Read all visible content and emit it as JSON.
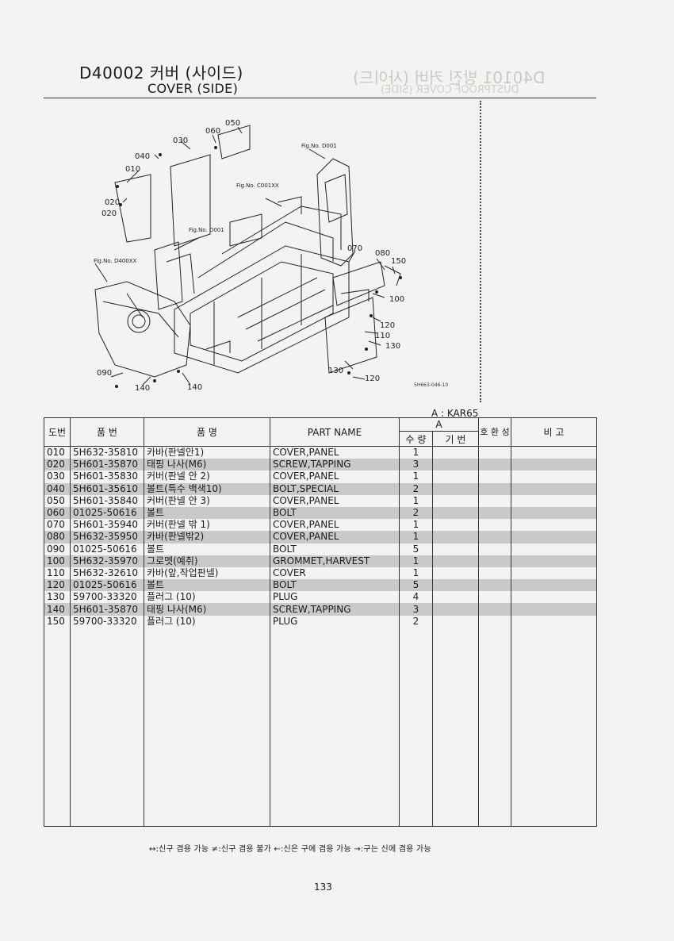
{
  "header": {
    "code_title": "D40002 커버 (사이드)",
    "english_title": "COVER (SIDE)",
    "ghost_title": "D40101 방진 커버 (사이드)",
    "ghost_sub": "DUSTPROOF COVER (SIDE)"
  },
  "diagram": {
    "callouts": [
      "050",
      "060",
      "030",
      "040",
      "010",
      "020",
      "020",
      "070",
      "080",
      "150",
      "100",
      "120",
      "110",
      "130",
      "130",
      "120",
      "090",
      "140",
      "140"
    ],
    "fig_refs": [
      "Fig.No. D001",
      "Fig.No. C001XX",
      "Fig.No. D001",
      "Fig.No. D400XX"
    ],
    "drawing_id": "5H663-046-10"
  },
  "applicability": "A : KAR65",
  "table": {
    "headers": {
      "ref": "도번",
      "part_no": "품 번",
      "name_kr": "품 명",
      "name_en": "PART NAME",
      "group_a": "A",
      "qty": "수 량",
      "base": "기 번",
      "compat": "호 환 성",
      "remarks": "비 고"
    },
    "rows": [
      {
        "ref": "010",
        "part": "5H632-35810",
        "kr": "카바(판넬안1)",
        "en": "COVER,PANEL",
        "qty": "1",
        "shade": false
      },
      {
        "ref": "020",
        "part": "5H601-35870",
        "kr": "태핑 나사(M6)",
        "en": "SCREW,TAPPING",
        "qty": "3",
        "shade": true
      },
      {
        "ref": "030",
        "part": "5H601-35830",
        "kr": "커버(판넬 안 2)",
        "en": "COVER,PANEL",
        "qty": "1",
        "shade": false
      },
      {
        "ref": "040",
        "part": "5H601-35610",
        "kr": "볼트(특수 백색10)",
        "en": "BOLT,SPECIAL",
        "qty": "2",
        "shade": true
      },
      {
        "ref": "050",
        "part": "5H601-35840",
        "kr": "커버(판넬 안 3)",
        "en": "COVER,PANEL",
        "qty": "1",
        "shade": false
      },
      {
        "ref": "060",
        "part": "01025-50616",
        "kr": "볼트",
        "en": "BOLT",
        "qty": "2",
        "shade": true
      },
      {
        "ref": "070",
        "part": "5H601-35940",
        "kr": "커버(판넬 밖 1)",
        "en": "COVER,PANEL",
        "qty": "1",
        "shade": false
      },
      {
        "ref": "080",
        "part": "5H632-35950",
        "kr": "카바(판넬밖2)",
        "en": "COVER,PANEL",
        "qty": "1",
        "shade": true
      },
      {
        "ref": "090",
        "part": "01025-50616",
        "kr": "볼트",
        "en": "BOLT",
        "qty": "5",
        "shade": false
      },
      {
        "ref": "100",
        "part": "5H632-35970",
        "kr": "그로멧(예취)",
        "en": "GROMMET,HARVEST",
        "qty": "1",
        "shade": true
      },
      {
        "ref": "110",
        "part": "5H632-32610",
        "kr": "카바(앞,작업판넬)",
        "en": "COVER",
        "qty": "1",
        "shade": false
      },
      {
        "ref": "120",
        "part": "01025-50616",
        "kr": "볼트",
        "en": "BOLT",
        "qty": "5",
        "shade": true
      },
      {
        "ref": "130",
        "part": "59700-33320",
        "kr": "플러그 (10)",
        "en": "PLUG",
        "qty": "4",
        "shade": false
      },
      {
        "ref": "140",
        "part": "5H601-35870",
        "kr": "태핑 나사(M6)",
        "en": "SCREW,TAPPING",
        "qty": "3",
        "shade": true
      },
      {
        "ref": "150",
        "part": "59700-33320",
        "kr": "플러그 (10)",
        "en": "PLUG",
        "qty": "2",
        "shade": false
      }
    ]
  },
  "legend": "↔:신구 겸용 가능    ≠:신구 겸용 불가    ←:신은 구에 겸용 가능    →:구는 신에 겸용 가능",
  "page_number": "133"
}
